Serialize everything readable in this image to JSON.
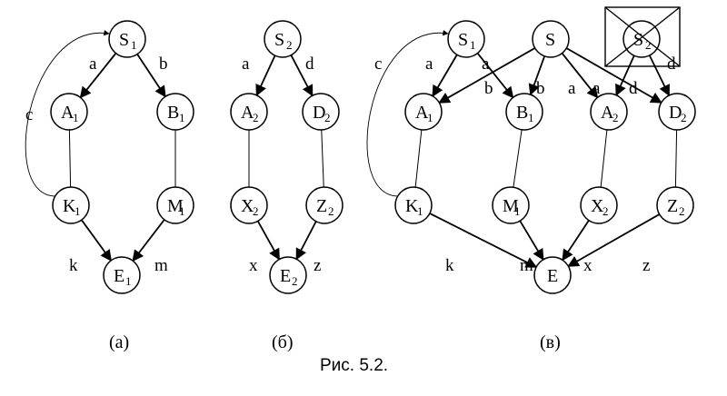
{
  "nodes": [
    {
      "id": "a_S1",
      "label": "S",
      "sub": "1",
      "name": "node-a-s1"
    },
    {
      "id": "a_A1",
      "label": "A",
      "sub": "1",
      "name": "node-a-a1"
    },
    {
      "id": "a_B1",
      "label": "B",
      "sub": "1",
      "name": "node-a-b1"
    },
    {
      "id": "a_K1",
      "label": "K",
      "sub": "1",
      "name": "node-a-k1"
    },
    {
      "id": "a_M1",
      "label": "M",
      "sub": "1",
      "name": "node-a-m1"
    },
    {
      "id": "a_E1",
      "label": "E",
      "sub": "1",
      "name": "node-a-e1"
    },
    {
      "id": "b_S2",
      "label": "S",
      "sub": "2",
      "name": "node-b-s2"
    },
    {
      "id": "b_A2",
      "label": "A",
      "sub": "2",
      "name": "node-b-a2"
    },
    {
      "id": "b_D2",
      "label": "D",
      "sub": "2",
      "name": "node-b-d2"
    },
    {
      "id": "b_X2",
      "label": "X",
      "sub": "2",
      "name": "node-b-x2"
    },
    {
      "id": "b_Z2",
      "label": "Z",
      "sub": "2",
      "name": "node-b-z2"
    },
    {
      "id": "b_E2",
      "label": "E",
      "sub": "2",
      "name": "node-b-e2"
    },
    {
      "id": "c_S1",
      "label": "S",
      "sub": "1",
      "name": "node-c-s1"
    },
    {
      "id": "c_S",
      "label": "S",
      "sub": "",
      "name": "node-c-s"
    },
    {
      "id": "c_S2",
      "label": "S",
      "sub": "2",
      "name": "node-c-s2-crossed"
    },
    {
      "id": "c_A1",
      "label": "A",
      "sub": "1",
      "name": "node-c-a1"
    },
    {
      "id": "c_B1",
      "label": "B",
      "sub": "1",
      "name": "node-c-b1"
    },
    {
      "id": "c_A2",
      "label": "A",
      "sub": "2",
      "name": "node-c-a2"
    },
    {
      "id": "c_D2",
      "label": "D",
      "sub": "2",
      "name": "node-c-d2"
    },
    {
      "id": "c_K1",
      "label": "K",
      "sub": "1",
      "name": "node-c-k1"
    },
    {
      "id": "c_M1",
      "label": "M",
      "sub": "1",
      "name": "node-c-m1"
    },
    {
      "id": "c_X2",
      "label": "X",
      "sub": "2",
      "name": "node-c-x2"
    },
    {
      "id": "c_Z2",
      "label": "Z",
      "sub": "2",
      "name": "node-c-z2"
    },
    {
      "id": "c_E",
      "label": "E",
      "sub": "",
      "name": "node-c-e"
    }
  ],
  "edges": [
    {
      "from": "a_S1",
      "to": "a_A1",
      "label": "a",
      "arrow": true
    },
    {
      "from": "a_S1",
      "to": "a_B1",
      "label": "b",
      "arrow": true
    },
    {
      "from": "a_A1",
      "to": "a_K1",
      "label": "",
      "arrow": false
    },
    {
      "from": "a_B1",
      "to": "a_M1",
      "label": "",
      "arrow": false
    },
    {
      "from": "a_K1",
      "to": "a_E1",
      "label": "k",
      "arrow": true
    },
    {
      "from": "a_M1",
      "to": "a_E1",
      "label": "m",
      "arrow": true
    },
    {
      "from": "a_K1",
      "to": "a_S1",
      "label": "c",
      "arrow": true,
      "curve": "loop"
    },
    {
      "from": "b_S2",
      "to": "b_A2",
      "label": "a",
      "arrow": true
    },
    {
      "from": "b_S2",
      "to": "b_D2",
      "label": "d",
      "arrow": true
    },
    {
      "from": "b_A2",
      "to": "b_X2",
      "label": "",
      "arrow": false
    },
    {
      "from": "b_D2",
      "to": "b_Z2",
      "label": "",
      "arrow": false
    },
    {
      "from": "b_X2",
      "to": "b_E2",
      "label": "x",
      "arrow": true
    },
    {
      "from": "b_Z2",
      "to": "b_E2",
      "label": "z",
      "arrow": true
    },
    {
      "from": "c_S1",
      "to": "c_A1",
      "label": "a",
      "arrow": true
    },
    {
      "from": "c_S1",
      "to": "c_B1",
      "label": "a",
      "arrow": true
    },
    {
      "from": "c_S",
      "to": "c_A1",
      "label": "",
      "arrow": true
    },
    {
      "from": "c_S",
      "to": "c_B1",
      "label": "b",
      "arrow": true
    },
    {
      "from": "c_S",
      "to": "c_A2",
      "label": "a",
      "arrow": true
    },
    {
      "from": "c_S",
      "to": "c_D2",
      "label": "",
      "arrow": true
    },
    {
      "from": "c_S2",
      "to": "c_A2",
      "label": "d",
      "arrow": true
    },
    {
      "from": "c_S2",
      "to": "c_D2",
      "label": "d",
      "arrow": true
    },
    {
      "from": "c_A1",
      "to": "c_K1",
      "label": "",
      "arrow": false
    },
    {
      "from": "c_B1",
      "to": "c_M1",
      "label": "",
      "arrow": false
    },
    {
      "from": "c_A2",
      "to": "c_X2",
      "label": "",
      "arrow": false
    },
    {
      "from": "c_D2",
      "to": "c_Z2",
      "label": "",
      "arrow": false
    },
    {
      "from": "c_K1",
      "to": "c_E",
      "label": "k",
      "arrow": true
    },
    {
      "from": "c_M1",
      "to": "c_E",
      "label": "m",
      "arrow": true
    },
    {
      "from": "c_X2",
      "to": "c_E",
      "label": "x",
      "arrow": true
    },
    {
      "from": "c_Z2",
      "to": "c_E",
      "label": "z",
      "arrow": true
    },
    {
      "from": "c_K1",
      "to": "c_S1",
      "label": "c",
      "arrow": true,
      "curve": "loop"
    }
  ],
  "panel_labels": {
    "a": "(а)",
    "b": "(б)",
    "c": "(в)"
  },
  "extra_labels": {
    "c_left_b": "b",
    "c_left_a": "a"
  },
  "caption": "Рис. 5.2."
}
